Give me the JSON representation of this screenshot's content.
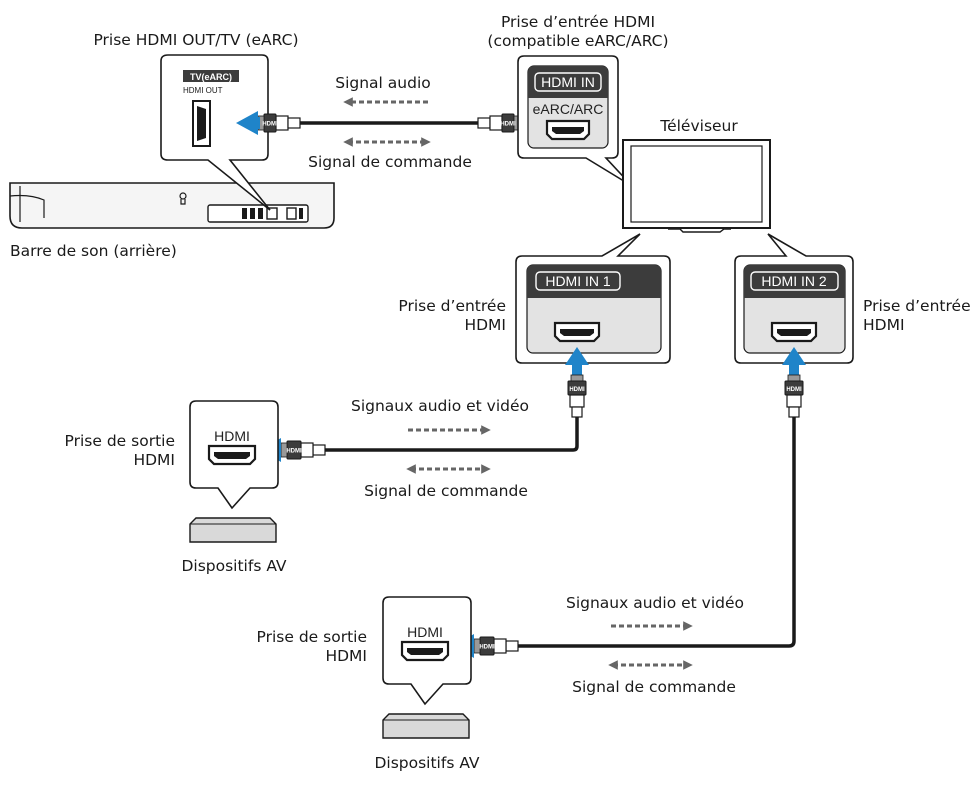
{
  "labels": {
    "soundbar_jack": "Prise HDMI OUT/TV (eARC)",
    "soundbar": "Barre de son (arrière)",
    "tv_input_jack_line1": "Prise d’entrée HDMI",
    "tv_input_jack_line2": "(compatible eARC/ARC)",
    "tv": "Téléviseur",
    "audio_signal": "Signal audio",
    "control_signal_top": "Signal de commande",
    "tv_in1_jack_line1": "Prise d’entrée",
    "tv_in1_jack_line2": "HDMI",
    "tv_in2_jack_line1": "Prise d’entrée",
    "tv_in2_jack_line2": "HDMI",
    "av1_out_line1": "Prise de sortie",
    "av1_out_line2": "HDMI",
    "av1_signal": "Signaux audio et vidéo",
    "av1_control": "Signal de commande",
    "av1_device": "Dispositifs AV",
    "av2_out_line1": "Prise de sortie",
    "av2_out_line2": "HDMI",
    "av2_signal": "Signaux audio et vidéo",
    "av2_control": "Signal de commande",
    "av2_device": "Dispositifs AV"
  },
  "ports": {
    "soundbar_panel_tv": "TV(eARC)",
    "soundbar_panel_out": "HDMI OUT",
    "tv_earc_header": "HDMI IN",
    "tv_earc_sub": "eARC/ARC",
    "tv_in1_header": "HDMI IN 1",
    "tv_in2_header": "HDMI IN 2",
    "av1_header": "HDMI",
    "av2_header": "HDMI",
    "plug_text": "HDMI"
  },
  "colors": {
    "arrow_blue": "#1f84c9",
    "cable": "#1a1a1a",
    "callout_fill": "#ffffff",
    "port_header": "#3c3c3c",
    "port_body": "#e3e3e3",
    "signal_arrow": "#666666"
  }
}
